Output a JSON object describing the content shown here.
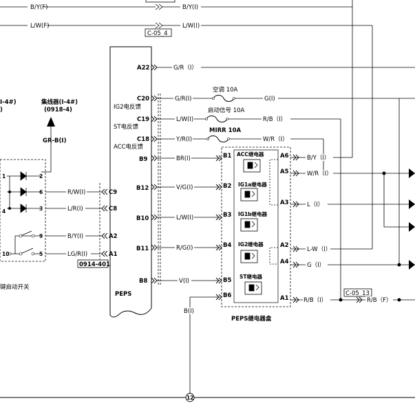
{
  "wires": {
    "top_left_1": "B/Y(F)",
    "top_right_1": "B/Y(I)",
    "top_left_2": "L/W(F)",
    "top_right_2": "L/W(I)",
    "connector_c05_4": "C-05_4",
    "a22": "G/R（I）",
    "c20_left": "G/R(I)",
    "c20_right": "G(I)",
    "c19_left": "L/W(I)",
    "c19_right": "R/B（I）",
    "c18_left": "Y/R(I)",
    "c18_right": "W/R（I）",
    "b9": "BR(I)",
    "b12": "V/G(I)",
    "b10": "L/W(I)",
    "b11": "R/G(I)",
    "b8": "V(I)",
    "b6_down": "B(I)",
    "a6_out": "B/Y（I）",
    "a5_out": "W/R（I）",
    "a3_out": "L（I）",
    "a2_out": "L-W（I）",
    "a4_out": "G（I）",
    "a1_out": "R/B（I）",
    "connector_c05_13": "C-05_13",
    "c05_13_out": "R/B（F）",
    "sw_c9": "R/W(I)",
    "sw_c8": "L/R(I)",
    "sw_a2": "B/Y(I)",
    "sw_a1": "LG/R(I)",
    "gr_b": "GR-B(I)"
  },
  "fuses": {
    "f1": "空调 10A",
    "f2": "启动信号 10A",
    "f3": "MIRR 10A"
  },
  "peps": {
    "pins_left": [
      "A22",
      "C20",
      "C19",
      "C18",
      "B9",
      "B12",
      "B10",
      "B11",
      "B8"
    ],
    "ig2_fb": "IG2电反馈",
    "st_fb": "ST电反馈",
    "acc_fb": "ACC电反馈",
    "name": "PEPS"
  },
  "relay_box": {
    "pins_left": [
      "B1",
      "B2",
      "B3",
      "B4",
      "B5",
      "B6"
    ],
    "pins_right": [
      "A6",
      "A5",
      "A3",
      "A2",
      "A4",
      "A1"
    ],
    "relays": [
      "ACC继电器",
      "IG1a继电器",
      "IG1b继电器",
      "IG2继电器",
      "ST继电器"
    ],
    "name": "PEPS继电器盒"
  },
  "switch_block": {
    "pins_left": [
      "1",
      "4",
      "10"
    ],
    "pins_mid": [
      "2",
      "6",
      "3",
      "9",
      "5"
    ],
    "connector_pins": [
      "C9",
      "C8",
      "A2",
      "A1"
    ],
    "connector": "0914-401",
    "name": "键启动开关",
    "partial_label_1": "I-4#)",
    "partial_label_2": ")"
  },
  "splice": {
    "label": "集线器(I-4#)",
    "code": "(0918-4)"
  },
  "ground": {
    "number": "12"
  }
}
